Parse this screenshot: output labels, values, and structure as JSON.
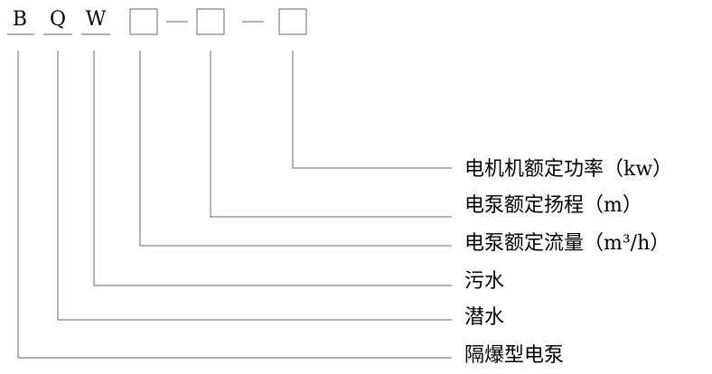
{
  "code": {
    "letters": [
      "B",
      "Q",
      "W"
    ],
    "boxes": [
      "",
      "",
      ""
    ]
  },
  "labels": [
    "电机机额定功率（kw）",
    "电泵额定扬程（m）",
    "电泵额定流量（m³/h）",
    "污水",
    "潜水",
    "隔爆型电泵"
  ],
  "colors": {
    "line": "#808080",
    "text": "#000000"
  }
}
